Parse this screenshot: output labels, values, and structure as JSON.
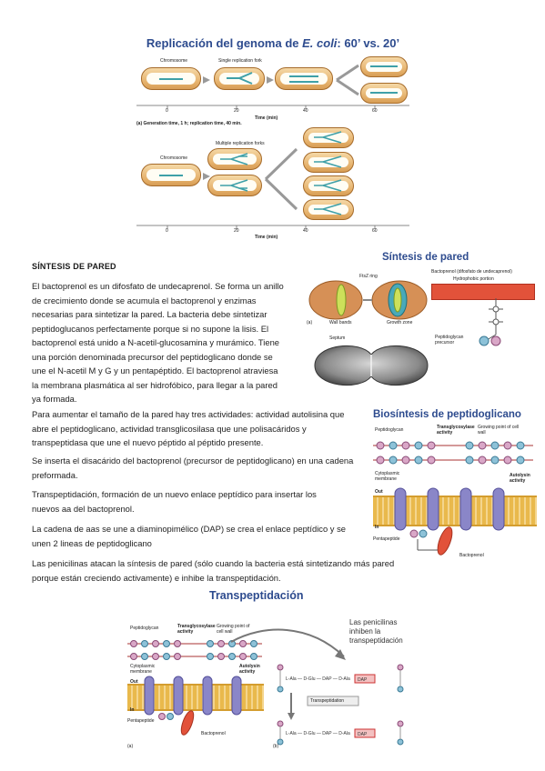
{
  "fig1": {
    "title_part1": "Replicación del genoma de ",
    "title_italic": "E. coli",
    "title_part2": ": 60’ vs. 20’",
    "chromosome_label": "Chromosome",
    "single_fork_label": "Single replication fork",
    "multi_fork_label": "Multiple replication forks",
    "ticks": [
      "0",
      "20",
      "40",
      "60"
    ],
    "time_label": "Time (min)",
    "caption_a": "(a)  Generation time, 1 h; replication time, 40 min."
  },
  "section": {
    "heading": "SÍNTESIS DE PARED",
    "para1": "El bactoprenol es un difosfato de undecaprenol. Se forma un anillo de crecimiento donde se acumula el bactoprenol y enzimas necesarias para sintetizar la pared. La bacteria debe sintetizar peptidoglucanos perfectamente porque si no supone la lisis. El bactoprenol está unido a N-acetil-glucosamina y murámico. Tiene una porción denominada precursor del peptidoglicano donde se une el N-acetil M y G y un pentapéptido. El bactoprenol atraviesa la membrana plasmática al ser hidrofóbico, para llegar a la pared ya formada.",
    "para2": "Para aumentar el tamaño de la pared hay tres actividades: actividad autolisina que abre el peptidoglicano, actividad transglicosilasa que une polisacáridos y transpeptidasa que une el nuevo péptido al péptido presente.",
    "para3": "Se inserta el disacárido del bactoprenol (precursor de peptidoglicano) en una cadena preformada.",
    "para4": "Transpeptidación, formación de un nuevo enlace peptídico para insertar los nuevos aa del bactoprenol.",
    "para5": "La cadena de aas se une a diaminopimélico (DAP) se crea el enlace peptídico y se unen 2 lineas de peptidoglicano",
    "para6": "Las penicilinas atacan la síntesis de pared (sólo cuando la bacteria está sintetizando más pared porque están creciendo activamente) e inhibe la transpeptidación."
  },
  "fig2": {
    "title": "Síntesis de pared",
    "bactoprenol_label": "Bactoprenol (difosfato de undecaprenol)",
    "hydrophobic_label": "Hydrophobic portion",
    "ftsz_label": "FtsZ ring",
    "wall_bands": "Wall bands",
    "growth_zone": "Growth zone",
    "septum": "Septum",
    "precursor_label": "Peptidoglycan precursor",
    "panel_a": "(a)"
  },
  "fig3": {
    "title": "Biosíntesis de peptidoglicano",
    "peptidoglycan": "Peptidoglycan",
    "transglycosylase": "Transglycosylase activity",
    "growing_point": "Growing point of cell wall",
    "autolysin": "Autolysin activity",
    "cytoplasmic": "Cytoplasmic membrane",
    "out": "Out",
    "in": "In",
    "pentapeptide": "Pentapeptide",
    "bactoprenol": "Bactoprenol"
  },
  "fig4": {
    "title": "Transpeptidación",
    "peptidoglycan": "Peptidoglycan",
    "transglycosylase": "Transglycosylase activity",
    "growing_point": "Growing point of cell wall",
    "autolysin": "Autolysin activity",
    "cytoplasmic": "Cytoplasmic membrane",
    "out": "Out",
    "in": "In",
    "pentapeptide": "Pentapeptide",
    "bactoprenol": "Bactoprenol",
    "annotation": "Las penicilinas inhiben la transpeptidación",
    "transpeptidation": "Transpeptidation",
    "panel_a": "(a)",
    "panel_b": "(b)"
  }
}
